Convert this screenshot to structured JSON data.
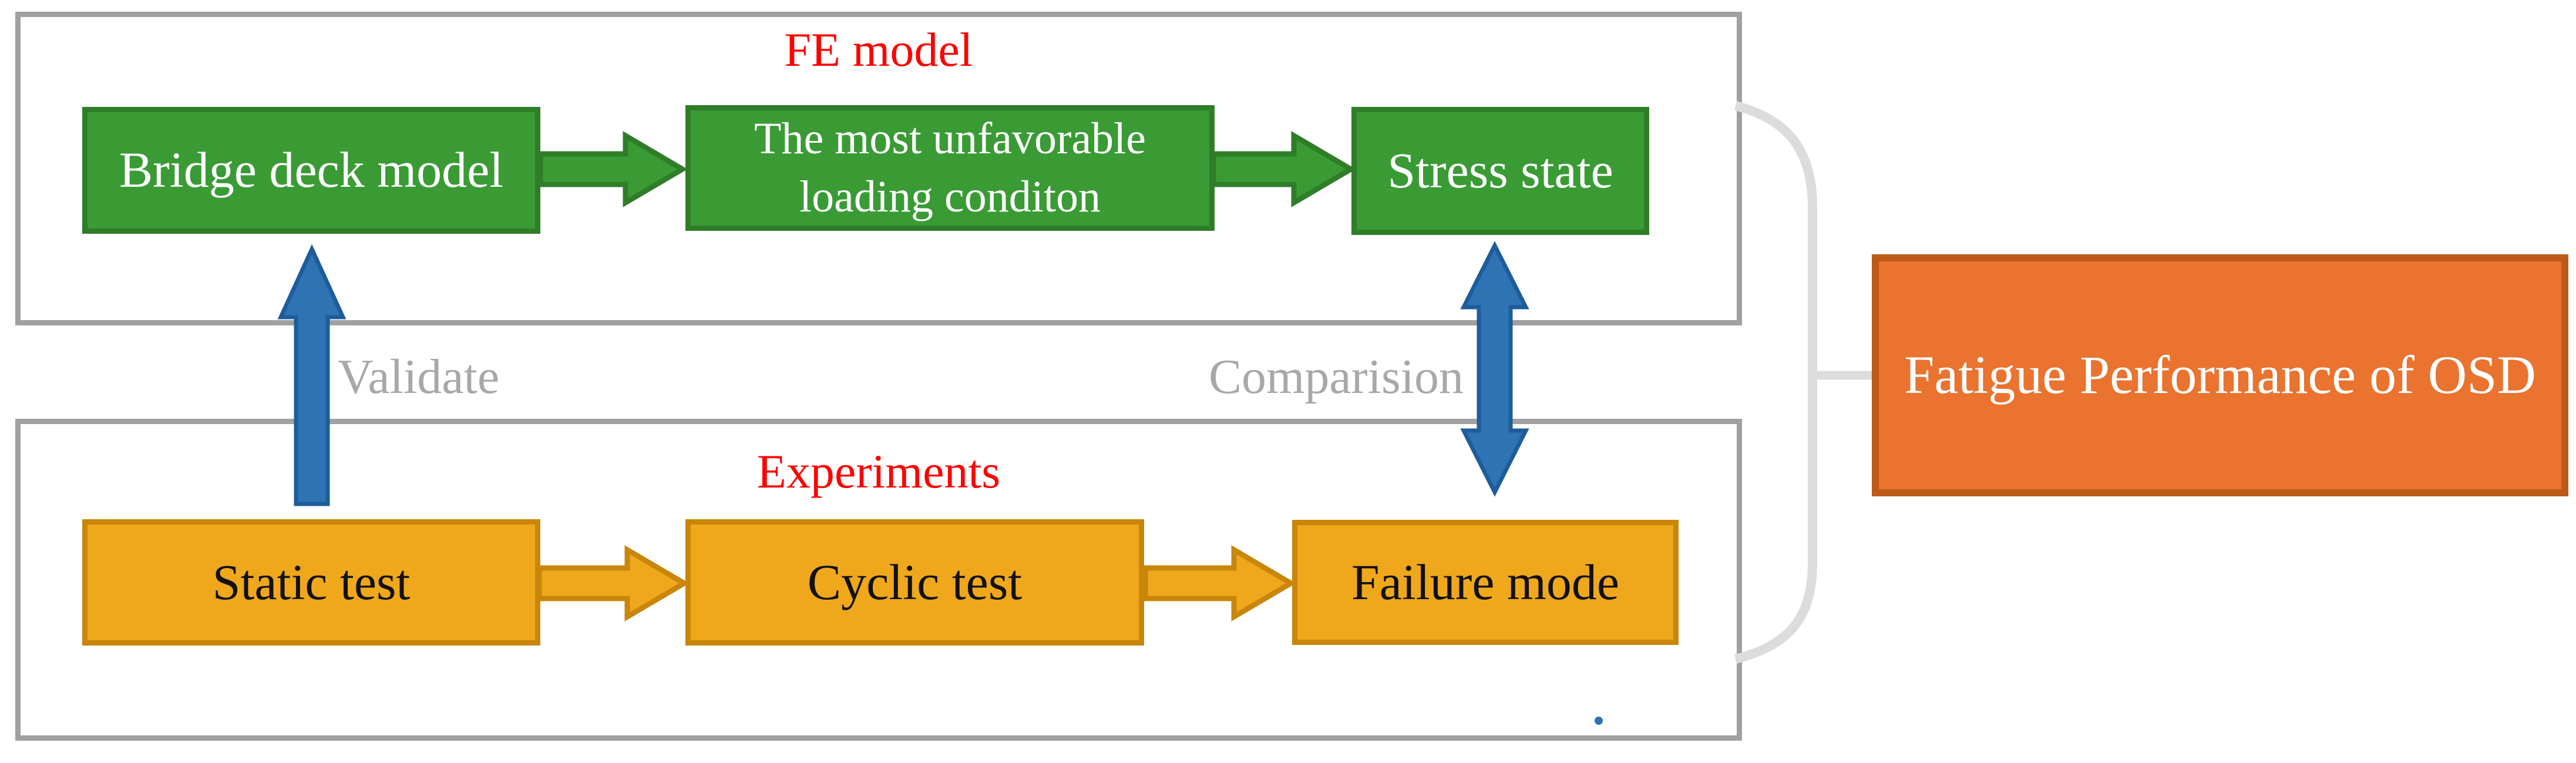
{
  "fe": {
    "title": "FE model",
    "boxes": [
      {
        "label": "Bridge deck model"
      },
      {
        "label": "The most unfavorable loading conditon"
      },
      {
        "label": "Stress state"
      }
    ]
  },
  "exp": {
    "title": "Experiments",
    "boxes": [
      {
        "label": "Static test"
      },
      {
        "label": "Cyclic test"
      },
      {
        "label": "Failure mode"
      }
    ]
  },
  "connectors": {
    "validate_label": "Validate",
    "comparison_label": "Comparision"
  },
  "result": {
    "label": "Fatigue Performance of OSD"
  },
  "colors": {
    "green_fill": "#3A9B35",
    "green_border": "#2F7D28",
    "gold_fill": "#EFA71C",
    "gold_border": "#C8860A",
    "result_fill": "#E9732F",
    "result_border": "#BC5A1A",
    "blue_fill": "#2E74B5",
    "blue_border": "#1E5C9B",
    "frame_gray": "#A0A0A0",
    "brace_gray": "#DCDCDC",
    "label_gray": "#A8A8A8",
    "title_red": "#FE0000"
  }
}
